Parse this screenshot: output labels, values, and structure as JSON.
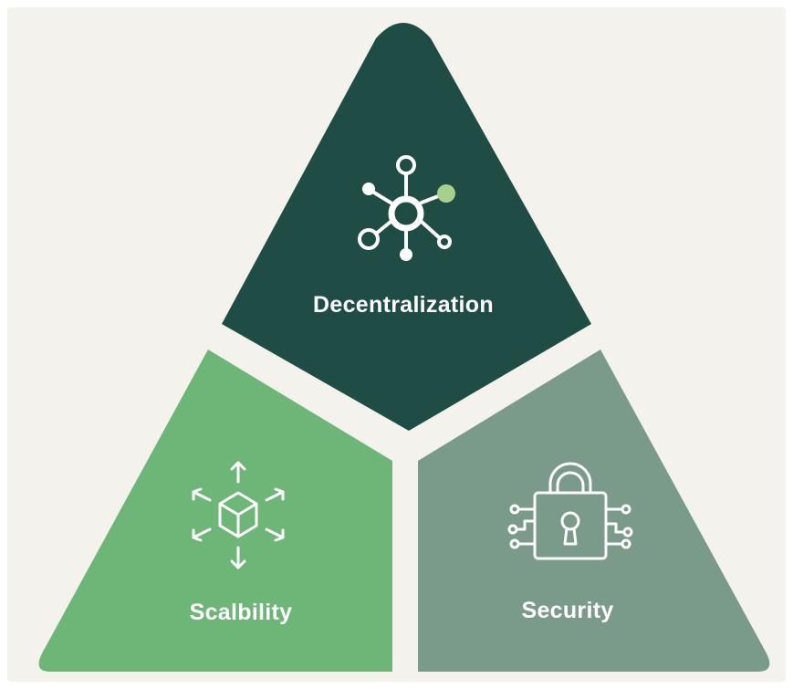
{
  "colors": {
    "background": "#f4f2ec",
    "decentralization": "#1f4c44",
    "scalability": "#6db677",
    "security": "#7a9a8a",
    "accent_node": "#a8d08d",
    "icon_stroke": "#ffffff"
  },
  "segments": [
    {
      "label": "Decentralization",
      "icon": "network-hub-icon"
    },
    {
      "label": "Scalbility",
      "icon": "expanding-cube-icon"
    },
    {
      "label": "Security",
      "icon": "circuit-padlock-icon"
    }
  ]
}
